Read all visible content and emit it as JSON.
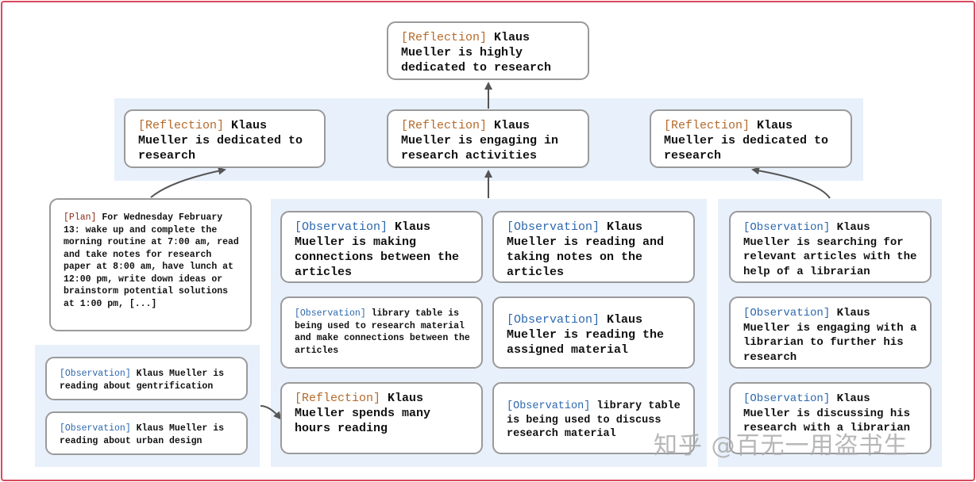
{
  "tags": {
    "reflection": "[Reflection]",
    "observation": "[Observation]",
    "plan": "[Plan]"
  },
  "colors": {
    "reflection_tag": "#b56a2a",
    "observation_tag": "#2c68ad",
    "plan_tag": "#8b2c18",
    "panel": "#e8f0fb",
    "border": "#9a9a9a",
    "frame": "#d9495c"
  },
  "nodes": {
    "top_reflection": " Klaus Mueller is highly dedicated to research",
    "reflection_left": " Klaus Mueller is dedicated to research",
    "reflection_center": " Klaus Mueller is engaging in research activities",
    "reflection_right": " Klaus Mueller is dedicated to research",
    "plan": " For Wednesday February 13: wake up and complete the morning routine at 7:00 am, read and take notes for research paper at 8:00 am, have lunch at 12:00 pm, write down ideas or brainstorm potential solutions at 1:00 pm, [...]",
    "obs_gentrification": " Klaus Mueller is reading about gentrification",
    "obs_urban_design": " Klaus Mueller is reading about urban design",
    "obs_connections": " Klaus Mueller is making connections between the articles",
    "obs_library_table_connections": " library table is being used to research material and make connections between the articles",
    "reflection_hours_reading": " Klaus Mueller spends many hours reading",
    "obs_reading_notes": " Klaus Mueller is reading and taking notes on the articles",
    "obs_assigned_material": " Klaus Mueller is reading the assigned material",
    "obs_library_table_discuss": " library table is being used to discuss research material",
    "obs_searching_articles": " Klaus Mueller is searching for relevant articles with the help of a librarian",
    "obs_engaging_librarian": " Klaus Mueller is engaging with a librarian to further his research",
    "obs_discussing_research": " Klaus Mueller is discussing his research with a librarian"
  },
  "watermark": "知乎 @百无一用盗书生"
}
